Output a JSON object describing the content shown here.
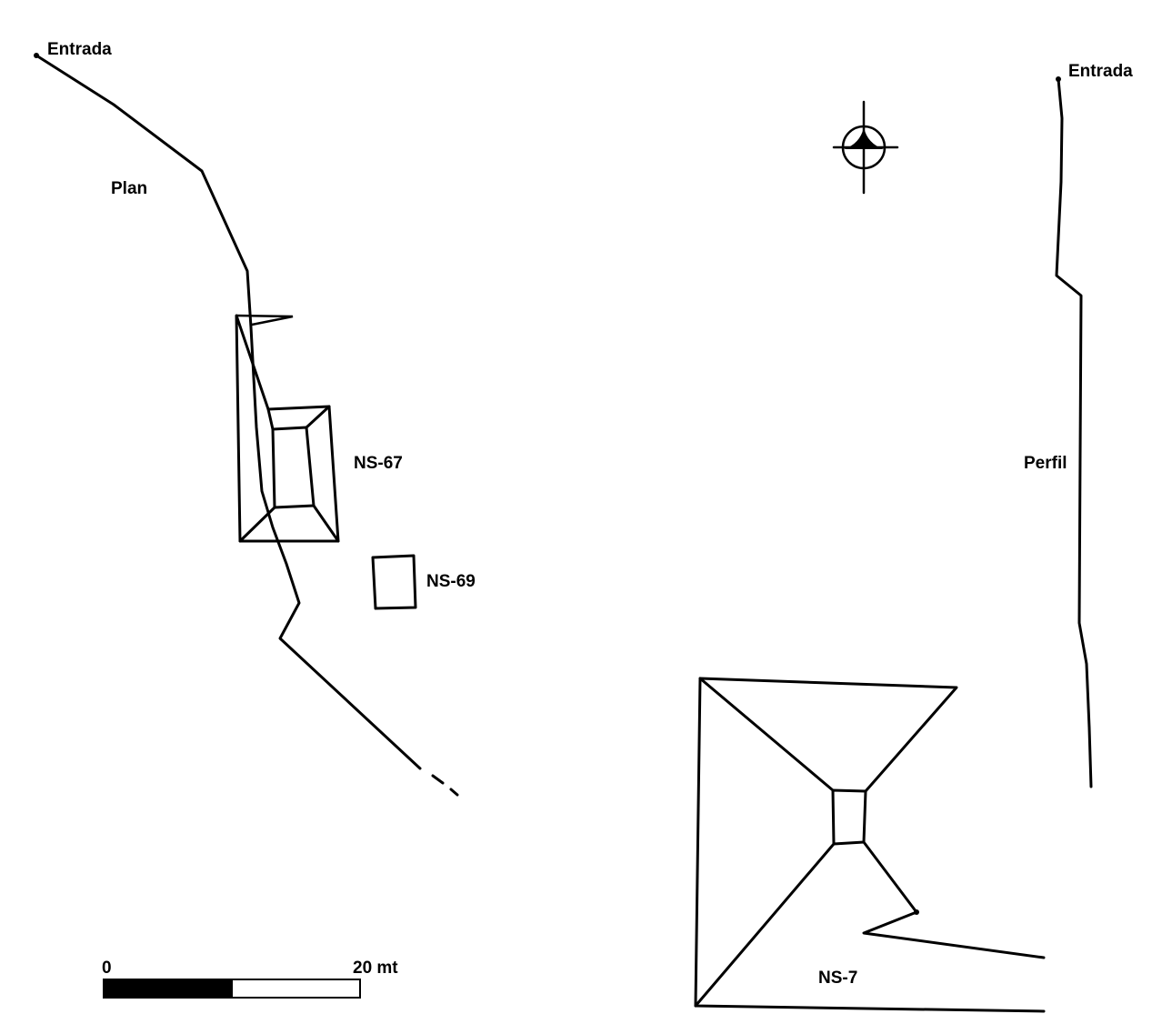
{
  "plan": {
    "title": "Plan",
    "entrance_label": "Entrada",
    "chambers": [
      {
        "id": "ns67",
        "label": "NS-67"
      },
      {
        "id": "ns69",
        "label": "NS-69"
      }
    ]
  },
  "profile": {
    "title": "Perfil",
    "entrance_label": "Entrada"
  },
  "chamber_ns7": {
    "label": "NS-7"
  },
  "scale_bar": {
    "start_label": "0",
    "end_label": "20 mt"
  },
  "north_symbol": "north-arrow-icon"
}
